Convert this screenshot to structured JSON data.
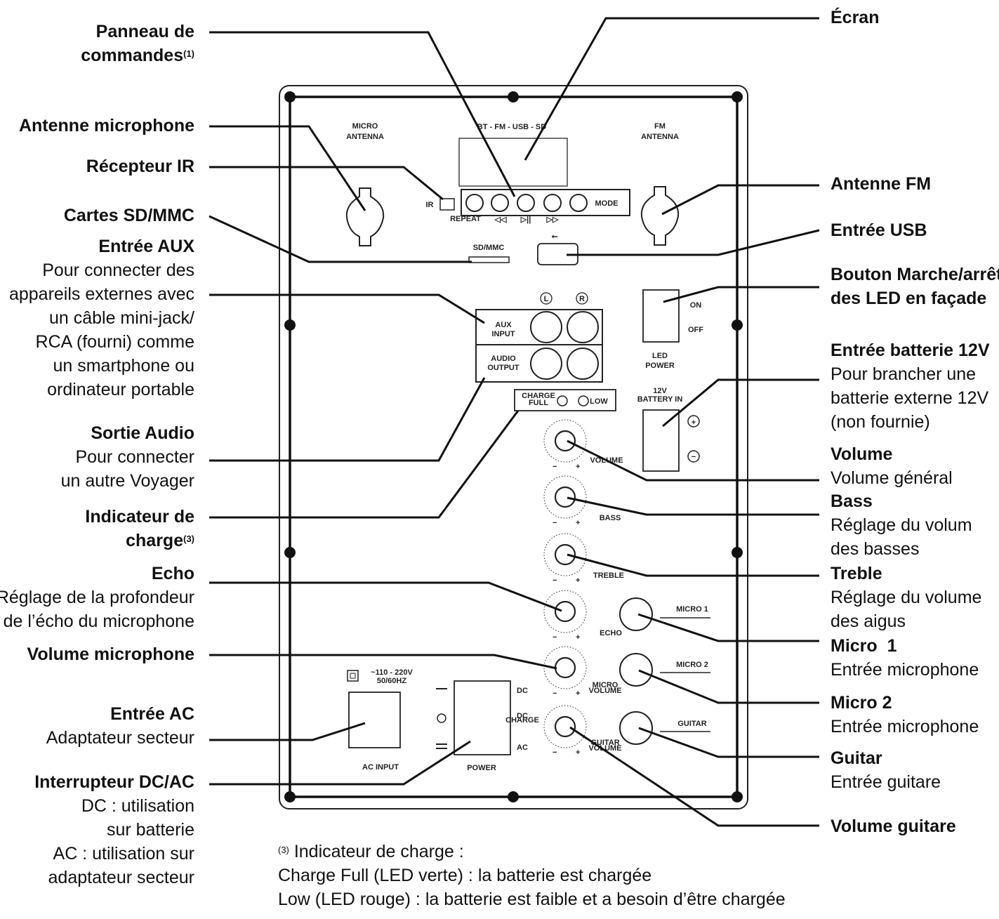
{
  "left_labels": {
    "panneau": {
      "title": "Panneau de",
      "title2": "commandes",
      "sup": "(1)"
    },
    "antenne_micro": {
      "title": "Antenne microphone"
    },
    "recepteur_ir": {
      "title": "Récepteur IR"
    },
    "cartes_sd": {
      "title": "Cartes SD/MMC"
    },
    "entree_aux": {
      "title": "Entrée AUX",
      "desc": [
        "Pour connecter des",
        "appareils externes avec",
        "un câble mini-jack/",
        "RCA (fourni) comme",
        "un smartphone ou",
        "ordinateur portable"
      ]
    },
    "sortie_audio": {
      "title": "Sortie Audio",
      "desc": [
        "Pour connecter",
        "un autre Voyager"
      ]
    },
    "indicateur": {
      "title": "Indicateur de",
      "title2": "charge",
      "sup": "(3)"
    },
    "echo": {
      "title": "Echo",
      "desc": [
        "Réglage de la profondeur",
        "de l’écho du microphone"
      ]
    },
    "volume_micro": {
      "title": "Volume microphone"
    },
    "entree_ac": {
      "title": "Entrée AC",
      "desc": [
        "Adaptateur secteur"
      ]
    },
    "interrupteur": {
      "title": "Interrupteur DC/AC",
      "desc": [
        "DC : utilisation",
        "sur batterie",
        "AC : utilisation sur",
        "adaptateur secteur"
      ]
    }
  },
  "right_labels": {
    "ecran": {
      "title": "Écran"
    },
    "antenne_fm": {
      "title": "Antenne FM"
    },
    "entree_usb": {
      "title": "Entrée USB"
    },
    "bouton_led": {
      "title": "Bouton Marche/arrêt",
      "title2": "des LED en façade"
    },
    "batterie": {
      "title": "Entrée batterie 12V",
      "desc": [
        "Pour brancher une",
        "batterie externe 12V",
        "(non fournie)"
      ]
    },
    "volume": {
      "title": "Volume",
      "desc": [
        "Volume général"
      ]
    },
    "bass": {
      "title": "Bass",
      "desc": [
        "Réglage du volum",
        "des basses"
      ]
    },
    "treble": {
      "title": "Treble",
      "desc": [
        "Réglage du volume",
        "des aigus"
      ]
    },
    "micro1": {
      "title": "Micro  1",
      "desc": [
        "Entrée microphone"
      ]
    },
    "micro2": {
      "title": "Micro 2",
      "desc": [
        "Entrée microphone"
      ]
    },
    "guitar": {
      "title": "Guitar",
      "desc": [
        "Entrée guitare"
      ]
    },
    "volume_guitare": {
      "title": "Volume guitare"
    }
  },
  "panel_text": {
    "micro_antenna": [
      "MICRO",
      "ANTENNA"
    ],
    "fm_antenna": [
      "FM",
      "ANTENNA"
    ],
    "bt_fm": "BT - FM - USB - SD",
    "ir": "IR",
    "mode": "MODE",
    "repeat": "REPEAT",
    "sd_mmc": "SD/MMC",
    "l": "L",
    "r": "R",
    "aux_input": [
      "AUX",
      "INPUT"
    ],
    "audio_output": [
      "AUDIO",
      "OUTPUT"
    ],
    "on": "ON",
    "off": "OFF",
    "led_power": [
      "LED",
      "POWER"
    ],
    "battery_in": [
      "12V",
      "BATTERY  IN"
    ],
    "charge_full": [
      "CHARGE",
      "FULL"
    ],
    "low": "LOW",
    "volume": "VOLUME",
    "bass": "BASS",
    "treble": "TREBLE",
    "echo": "ECHO",
    "micro_volume": [
      "MICRO",
      "VOLUME"
    ],
    "guitar_volume": [
      "GUITAR",
      "VOLUME"
    ],
    "micro1": "MICRO 1",
    "micro2": "MICRO 2",
    "guitar": "GUITAR",
    "voltage": [
      "~110 - 220V",
      "50/60HZ"
    ],
    "ac_input": "AC INPUT",
    "power": "POWER",
    "dc": "DC",
    "ac": "AC",
    "charge_small": [
      "DC",
      "CHARGE"
    ]
  },
  "footnote": {
    "sup": "(3)",
    "line1": " Indicateur de charge :",
    "line2": "Charge Full (LED verte) : la batterie est chargée",
    "line3": "Low (LED rouge) : la batterie est faible et a besoin d’être chargée"
  }
}
